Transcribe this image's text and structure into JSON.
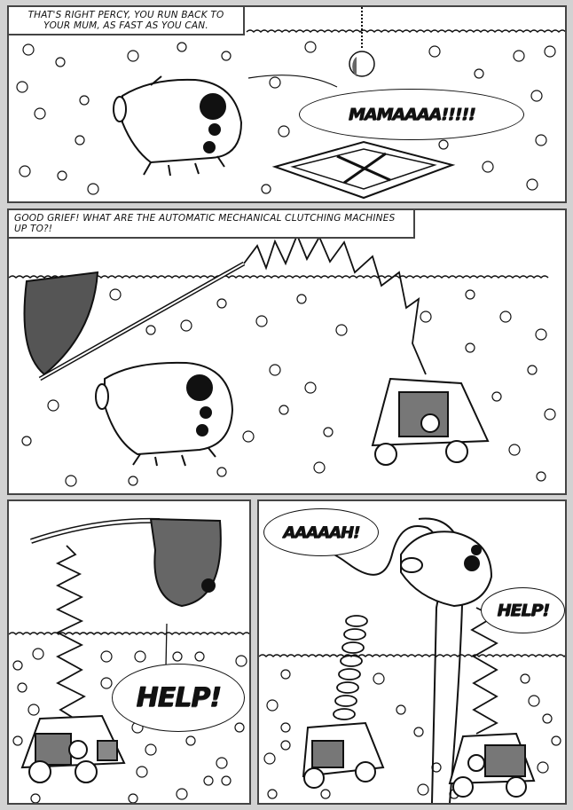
{
  "page": {
    "background_color": "#d2d2d2",
    "panel_border_color": "#444444"
  },
  "panels": [
    {
      "id": 1,
      "caption": "THAT'S RIGHT PERCY, YOU RUN BACK TO YOUR MUM, AS FAST AS YOU CAN.",
      "caption_line1": "THAT'S RIGHT PERCY, YOU RUN BACK TO",
      "caption_line2": "YOUR MUM, AS FAST AS YOU CAN.",
      "bubbles": [
        {
          "text": "MAMAAAA!!!!!",
          "speaker": "pig"
        }
      ],
      "scene": [
        "pig-percy",
        "apple-on-rope",
        "trap-x-mat",
        "flowers",
        "hedge"
      ]
    },
    {
      "id": 2,
      "caption": "GOOD GRIEF!  WHAT ARE THE AUTOMATIC MECHANICAL CLUTCHING MACHINES UP TO?!",
      "bubbles": [],
      "scene": [
        "pig-percy",
        "butterfly-net",
        "spring-arm",
        "clutching-machine",
        "flowers",
        "hedge"
      ]
    },
    {
      "id": 3,
      "caption": "",
      "bubbles": [
        {
          "text": "HELP!",
          "speaker": "pig-in-net"
        }
      ],
      "scene": [
        "butterfly-net-with-pig",
        "spring-arm",
        "clutching-machine",
        "flowers",
        "hedge"
      ]
    },
    {
      "id": 4,
      "caption": "",
      "bubbles": [
        {
          "text": "AAAAAH!",
          "speaker": "machine-left"
        },
        {
          "text": "HELP!",
          "speaker": "pig"
        }
      ],
      "scene": [
        "pig-tangled-in-ribbon",
        "spring-arm-coil",
        "spring-arm-zigzag",
        "clutching-machine-left",
        "clutching-machine-right",
        "flowers",
        "hedge"
      ]
    }
  ]
}
